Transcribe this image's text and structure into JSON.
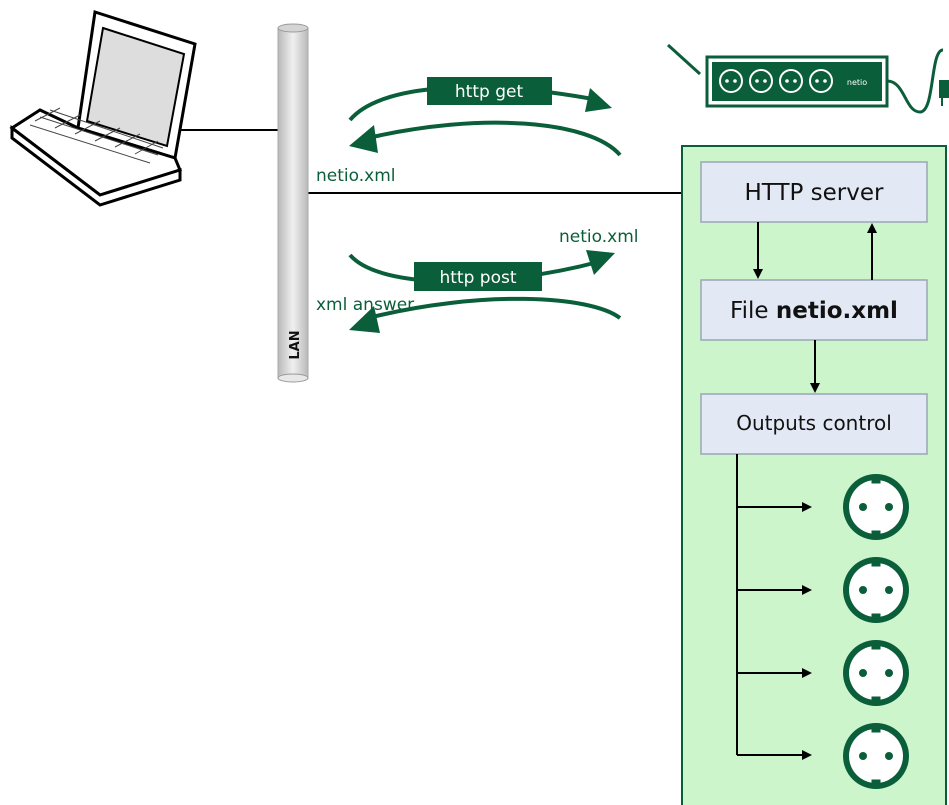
{
  "lan": {
    "label": "LAN"
  },
  "labels": {
    "netio_xml_get": "netio.xml",
    "netio_xml_post": "netio.xml",
    "xml_answer": "xml answer"
  },
  "tags": {
    "http_get": "http get",
    "http_post": "http post"
  },
  "device": {
    "logo": "netio",
    "boxes": {
      "http_server": "HTTP server",
      "file_prefix": "File ",
      "file_name": "netio.xml",
      "outputs_control": "Outputs control"
    },
    "socket_count": 4
  },
  "colors": {
    "green": "#0b5e3a",
    "panel_fill": "#ccf5cc",
    "box_fill": "#e3e9f4",
    "box_border": "#9aa6b6"
  }
}
